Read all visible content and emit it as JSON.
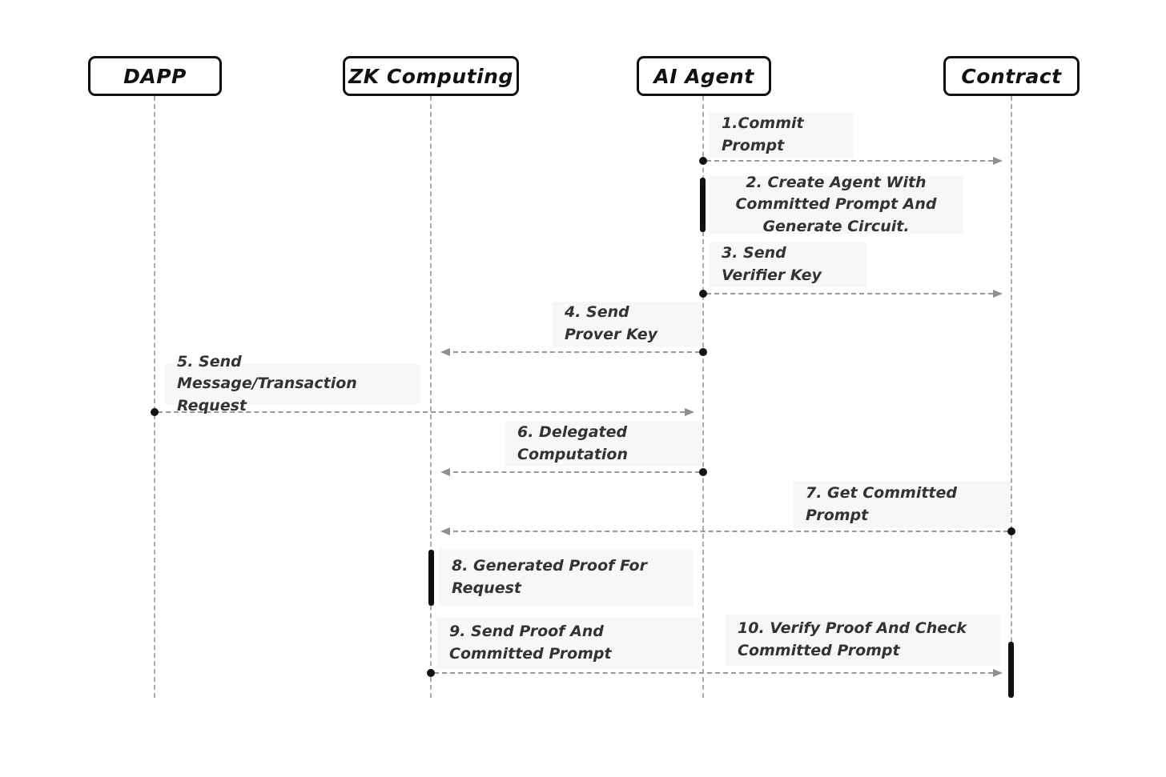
{
  "diagram": {
    "type": "sequence-diagram",
    "actors": [
      {
        "id": "dapp",
        "label": "DAPP"
      },
      {
        "id": "zk-computing",
        "label": "ZK Computing"
      },
      {
        "id": "ai-agent",
        "label": "AI Agent"
      },
      {
        "id": "contract",
        "label": "Contract"
      }
    ],
    "messages": [
      {
        "num": "1",
        "text": "1.Commit Prompt",
        "from": "AI Agent",
        "to": "Contract",
        "kind": "arrow"
      },
      {
        "num": "2",
        "text": "2. Create Agent With Committed Prompt And Generate Circuit.",
        "from": "AI Agent",
        "to": "AI Agent",
        "kind": "self-activation"
      },
      {
        "num": "3",
        "text": "3. Send Verifier Key",
        "from": "AI Agent",
        "to": "Contract",
        "kind": "arrow"
      },
      {
        "num": "4",
        "text": "4. Send Prover Key",
        "from": "AI Agent",
        "to": "ZK Computing",
        "kind": "arrow"
      },
      {
        "num": "5",
        "text": "5. Send Message/Transaction Request",
        "from": "DAPP",
        "to": "AI Agent",
        "kind": "arrow"
      },
      {
        "num": "6",
        "text": "6. Delegated Computation",
        "from": "AI Agent",
        "to": "ZK Computing",
        "kind": "arrow"
      },
      {
        "num": "7",
        "text": "7. Get Committed Prompt",
        "from": "Contract",
        "to": "ZK Computing",
        "kind": "arrow"
      },
      {
        "num": "8",
        "text": "8. Generated Proof For Request",
        "from": "ZK Computing",
        "to": "ZK Computing",
        "kind": "self-activation"
      },
      {
        "num": "9",
        "text": "9. Send Proof And Committed Prompt",
        "from": "ZK Computing",
        "to": "Contract",
        "kind": "arrow"
      },
      {
        "num": "10",
        "text": "10. Verify Proof And Check Committed Prompt",
        "from": "Contract",
        "to": "Contract",
        "kind": "self-activation"
      }
    ],
    "colors": {
      "background": "#ffffff",
      "actor_border": "#111111",
      "lifeline": "#ababab",
      "arrow": "#999999",
      "endpoint_dot": "#111111",
      "activation_bar": "#111111",
      "label_background": "#f7f7f7",
      "label_text": "#333333"
    }
  }
}
